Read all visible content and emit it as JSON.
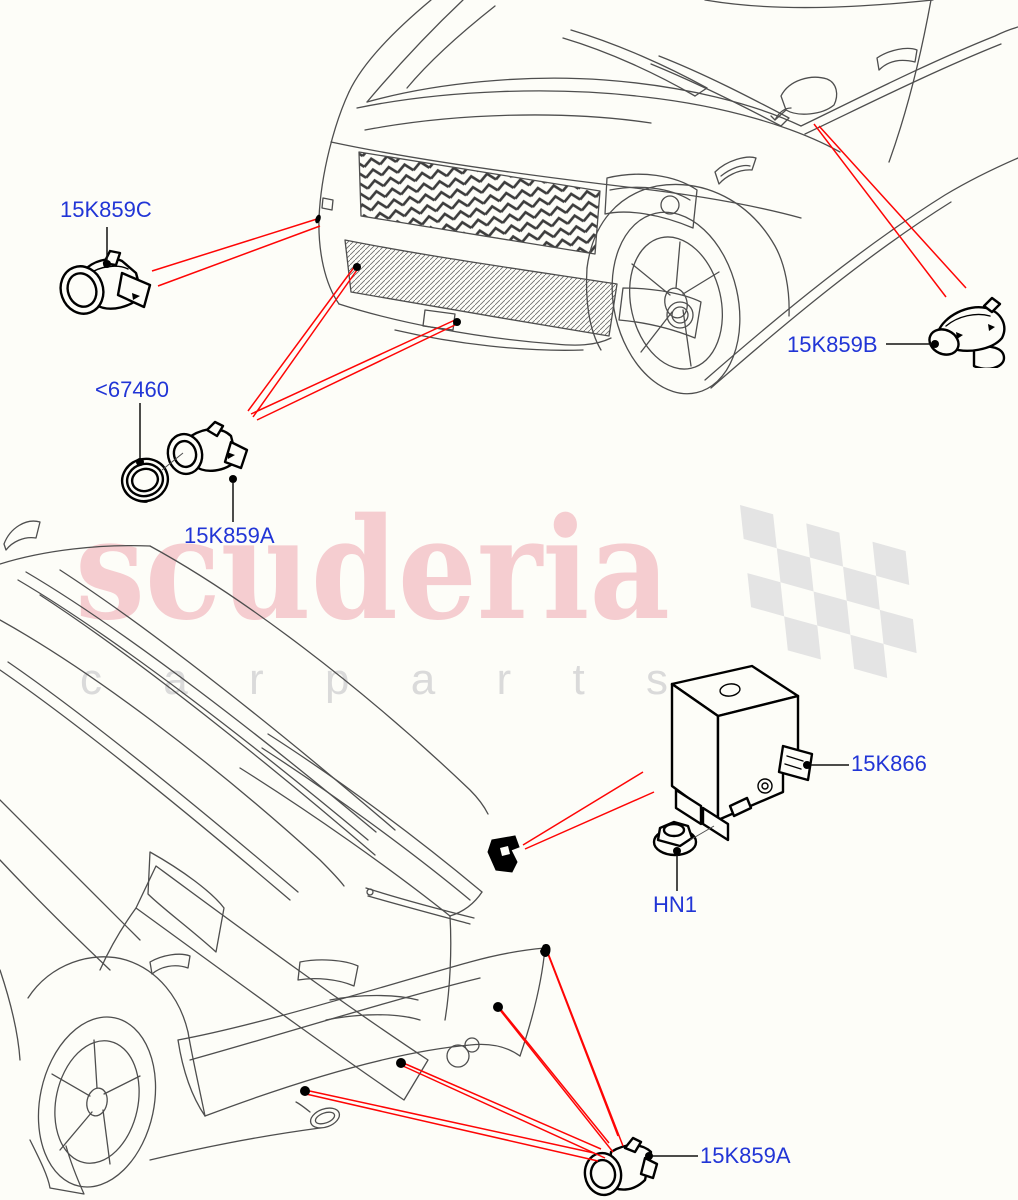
{
  "watermark": {
    "brand": "scuderia",
    "subtext": "c a r p a r t s"
  },
  "colors": {
    "background": "#fdfdf8",
    "part_label_blue": "#2135d6",
    "callout_red": "#fe0505",
    "car_line_gray": "#4e4e4e",
    "part_line_black": "#000000",
    "watermark_pink": "#f5cdd0",
    "watermark_gray": "#dadada",
    "checker_gray": "#e4e4e4"
  },
  "parts": {
    "front_outer_sensor": {
      "label": "15K859C"
    },
    "retainer_ring": {
      "label": "<67460"
    },
    "front_sensor": {
      "label": "15K859A"
    },
    "side_sensor": {
      "label": "15K859B"
    },
    "control_module": {
      "label": "15K866"
    },
    "mounting_nut": {
      "label": "HN1"
    },
    "rear_sensor": {
      "label": "15K859A"
    }
  }
}
